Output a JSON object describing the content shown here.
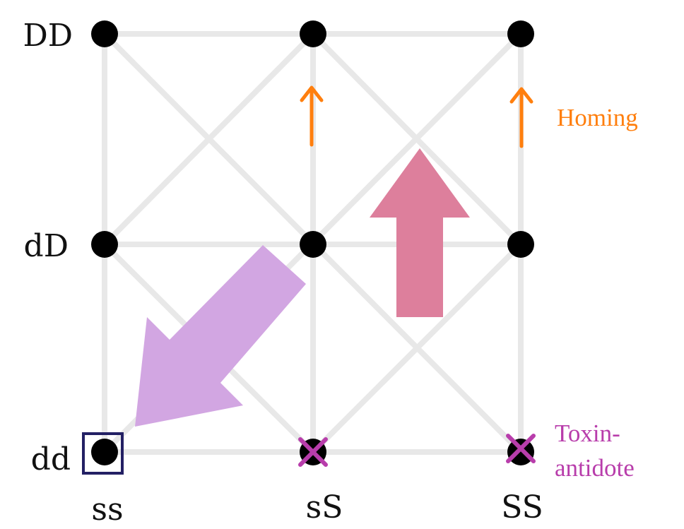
{
  "rows": [
    "DD",
    "dD",
    "dd"
  ],
  "columns": [
    "ss",
    "sS",
    "SS"
  ],
  "annotations": {
    "homing": "Homing",
    "toxin_line1": "Toxin-",
    "toxin_line2": "antidote"
  },
  "colors": {
    "grid": "#e8e8e8",
    "node": "#000000",
    "homing": "#ff7f0e",
    "toxin": "#b83dab",
    "up_arrow": "#dd7f9c",
    "diag_arrow": "#d2a6e2",
    "target_box": "#232064"
  },
  "marked_nodes": [
    "dd/sS",
    "SS/dd"
  ],
  "highlighted_node": "dd/ss",
  "icons": [
    "homing-arrow-icon",
    "toxin-cross-icon",
    "selection-arrow-icon"
  ]
}
